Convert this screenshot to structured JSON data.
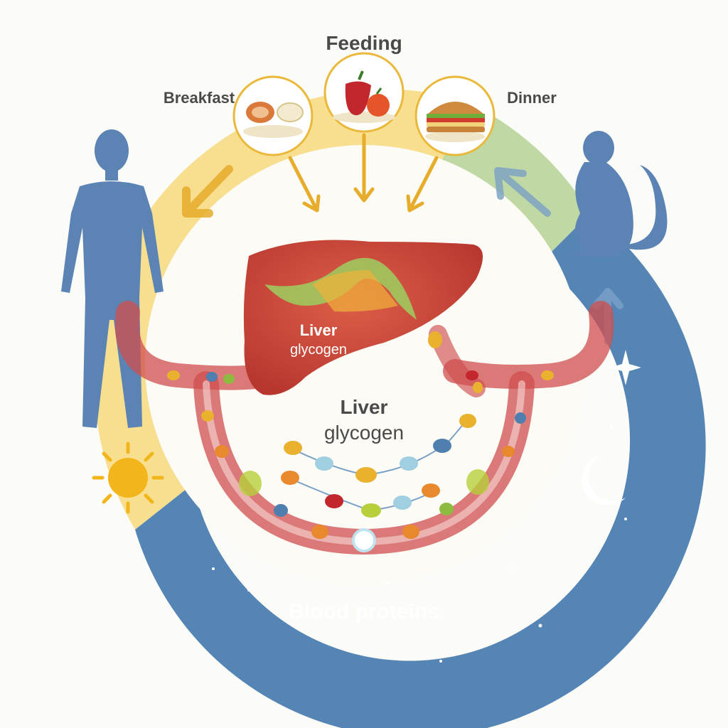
{
  "labels": {
    "feeding": "Feeding",
    "breakfast": "Breakfast",
    "dinner": "Dinner",
    "liver_glycogen_on_liver_line1": "Liver",
    "liver_glycogen_on_liver_line2": "glycogen",
    "liver_glycogen_center_line1": "Liver",
    "liver_glycogen_center_line2": "glycogen",
    "blood_proteins": "Blood proteins"
  },
  "icons": {
    "human": "human-silhouette-icon",
    "monkey": "monkey-silhouette-icon",
    "sun": "sun-icon",
    "moon": "crescent-moon-icon",
    "sparkle": "sparkle-star-icon",
    "breakfast_food": "breakfast-plate-icon",
    "fruit": "pepper-tomato-icon",
    "sandwich": "sandwich-icon",
    "liver": "liver-icon"
  },
  "colors": {
    "day_ring": "#f6d97a",
    "dinner_ring": "#b9d59a",
    "night_ring": "#4f7fae",
    "silhouette": "#5b84b5",
    "vessel": "#c8494a",
    "liver": "#c9483c",
    "arrow": "#e6ac2a",
    "text_dark": "#4a4a4a",
    "text_light": "#ffffff"
  }
}
